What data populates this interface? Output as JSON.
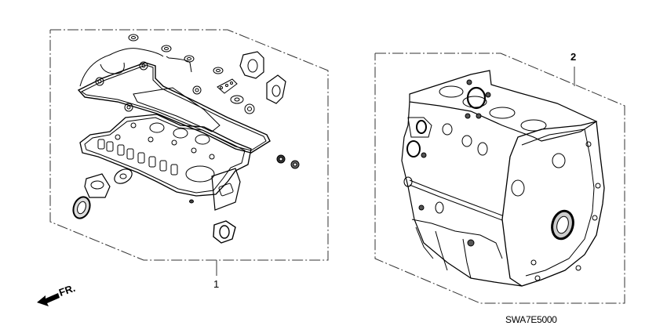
{
  "diagram": {
    "code": "SWA7E5000",
    "direction_indicator": {
      "label": "FR.",
      "icon": "arrow-left-down-icon"
    },
    "parts": [
      {
        "callout": "1",
        "description": "Gasket kit (cylinder head / manifold gaskets, seals, O-rings)"
      },
      {
        "callout": "2",
        "description": "Short block assembly (engine block with oil seal)"
      }
    ],
    "colors": {
      "line": "#000000",
      "background": "#ffffff",
      "dash_frame": "#333333"
    }
  }
}
